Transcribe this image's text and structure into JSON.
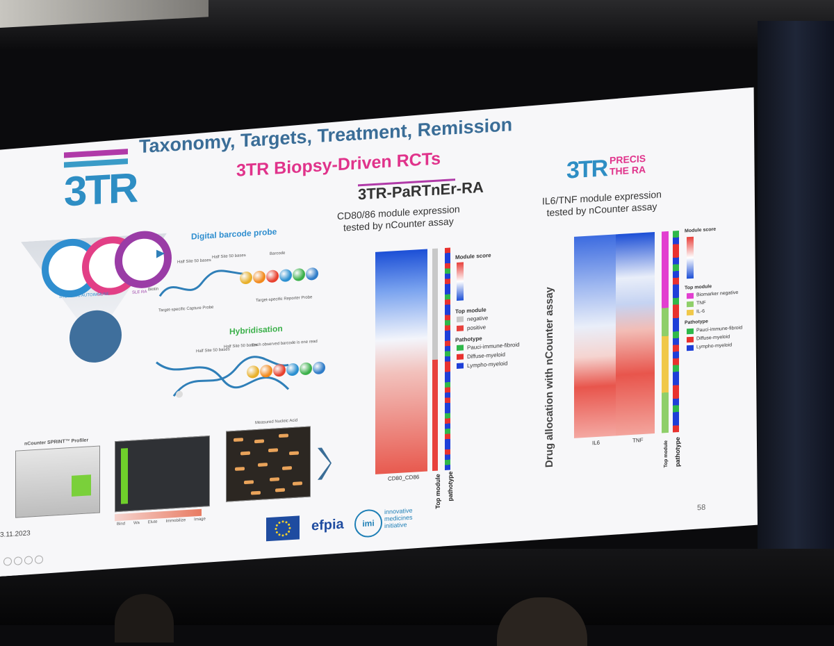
{
  "slide": {
    "title": "Taxonomy, Targets, Treatment, Remission",
    "subtitle": "3TR Biopsy-Driven RCTs",
    "logo_text": "3TR",
    "date": "3.11.2023",
    "page_number": "58"
  },
  "left_panel": {
    "digital_barcode_heading": "Digital barcode probe",
    "half_site_1": "Half Site 50 bases",
    "half_site_2": "Half Site 50 bases",
    "barcode_label": "Barcode",
    "capture_probe_label": "Target-specific Capture Probe",
    "reporter_probe_label": "Target-specific Reporter Probe",
    "biotin_label": "Biotin",
    "hybridisation_heading": "Hybridisation",
    "each_barcode_label": "Each observed barcode is one read",
    "nucleic_acid_label": "Measured Nucleic Acid",
    "profiler_label": "nCounter SPRINT™ Profiler",
    "flow_steps": [
      "Bind",
      "Wa",
      "Elute",
      "Immobilize",
      "Image"
    ],
    "ring_labels": [
      "SYSTEMIC AUTOIMMUNE",
      "CD UC",
      "SLE RA"
    ],
    "bead_colors": [
      "#e8b02a",
      "#f28a1c",
      "#e8412e",
      "#2a8fd0",
      "#3bb04a",
      "#2f7cc8"
    ]
  },
  "partner": {
    "logo_text": "3TR-PaRTnEr-RA",
    "heatmap_title_line1": "CD80/86 module expression",
    "heatmap_title_line2": "tested by nCounter assay",
    "x_label": "CD80_CD86",
    "col_label_top_module": "Top module",
    "col_label_pathotype": "pathotype",
    "legend": {
      "module_score": "Module score",
      "top_module": "Top module",
      "negative": "negative",
      "positive": "positive",
      "pathotype": "Pathotype",
      "pauci": "Pauci-immune-fibroid",
      "diffuse": "Diffuse-myeloid",
      "lympho": "Lympho-myeloid"
    }
  },
  "precis": {
    "logo_text": "3TR",
    "logo_side_line1": "PRECIS",
    "logo_side_line2": "THE RA",
    "heatmap_title_line1": "IL6/TNF module expression",
    "heatmap_title_line2": "tested by nCounter assay",
    "y_label": "Drug allocation with nCounter assay",
    "x_labels": [
      "IL6",
      "TNF"
    ],
    "col_label_top_module": "Top module",
    "col_label_pathotype": "pathotype",
    "legend": {
      "module_score": "Module score",
      "top_module": "Top module",
      "biomarker_negative": "Biomarker negative",
      "tnf": "TNF",
      "il6": "IL-6",
      "pathotype": "Pathotype",
      "pauci": "Pauci-immune-fibroid",
      "diffuse": "Diffuse-myeloid",
      "lympho": "Lympho-myeloid"
    }
  },
  "footer": {
    "efpia": "efpia",
    "imi": "imi",
    "imi_text": "innovative medicines initiative"
  },
  "colors": {
    "title_blue": "#3a6d97",
    "subtitle_magenta": "#e0338b",
    "heat_red": "#e8413c",
    "heat_blue": "#1c4fd6",
    "pauci_green": "#2fb84a",
    "diffuse_red": "#e8312e",
    "lympho_blue": "#1e3fd8",
    "negative_grey": "#c8c8c8",
    "biomarker_neg_magenta": "#e23fd0",
    "tnf_green": "#8fcf6a",
    "il6_yellow": "#f0c84a"
  }
}
